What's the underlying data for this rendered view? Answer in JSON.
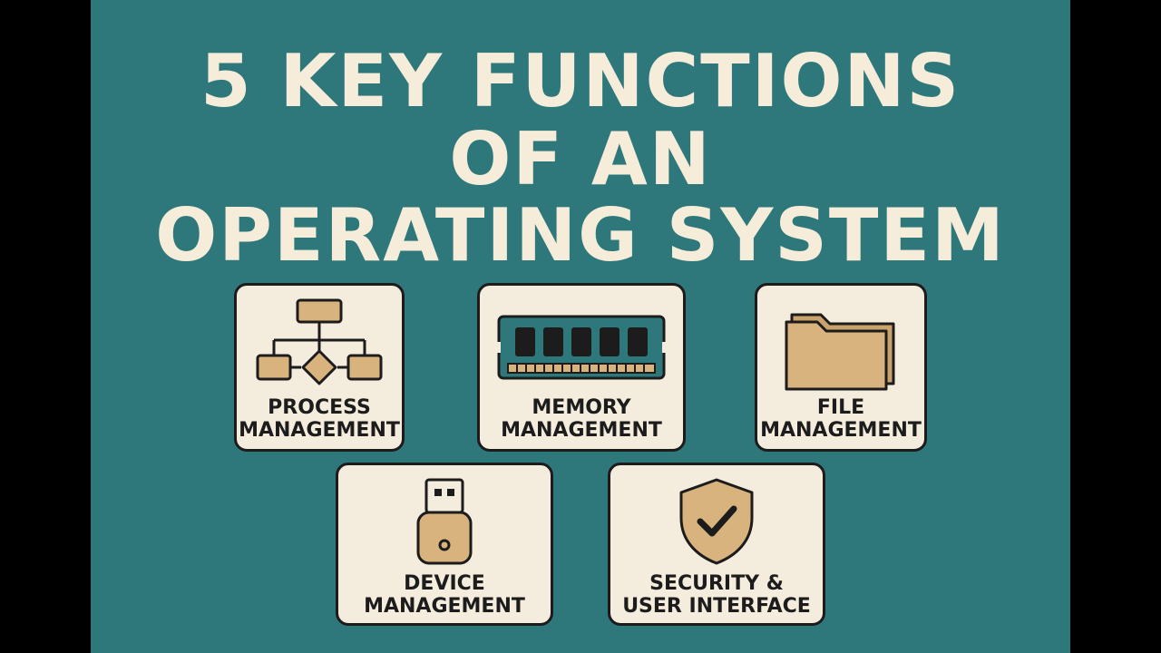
{
  "title": {
    "line1": "5 KEY FUNCTIONS",
    "line2": "OF AN",
    "line3": "OPERATING SYSTEM"
  },
  "cards": [
    {
      "icon": "flowchart-icon",
      "line1": "PROCESS",
      "line2": "MANAGEMENT"
    },
    {
      "icon": "memory-module-icon",
      "line1": "MEMORY",
      "line2": "MANAGEMENT"
    },
    {
      "icon": "folder-icon",
      "line1": "FILE",
      "line2": "MANAGEMENT"
    },
    {
      "icon": "usb-drive-icon",
      "line1": "DEVICE",
      "line2": "MANAGEMENT"
    },
    {
      "icon": "shield-check-icon",
      "line1": "SECURITY &",
      "line2": "USER INTERFACE"
    }
  ],
  "colors": {
    "background": "#2e787c",
    "title_text": "#f5ecd9",
    "card_fill": "#f4ecdd",
    "card_border": "#1c1c1c",
    "icon_fill": "#d9b37d"
  }
}
